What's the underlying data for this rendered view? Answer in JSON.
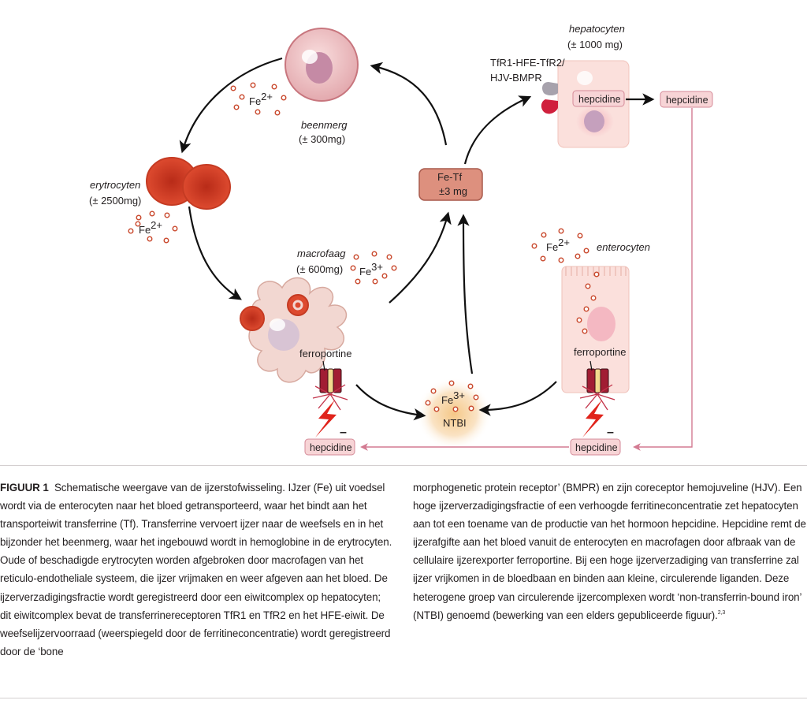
{
  "diagram": {
    "beenmerg": {
      "name": "beenmerg",
      "amount": "(± 300mg)"
    },
    "erytrocyten": {
      "name": "erytrocyten",
      "amount": "(± 2500mg)"
    },
    "macrofaag": {
      "name": "macrofaag",
      "amount": "(± 600mg)"
    },
    "hepatocyten": {
      "name": "hepatocyten",
      "amount": "(± 1000 mg)"
    },
    "enterocyten": {
      "name": "enterocyten"
    },
    "receptor_line1": "TfR1-HFE-TfR2/",
    "receptor_line2": "HJV-BMPR",
    "fetf_line1": "Fe-Tf",
    "fetf_line2": "±3 mg",
    "fe2_base": "Fe",
    "fe2_sup": "2+",
    "fe3_base": "Fe",
    "fe3_sup": "3+",
    "ferroportine": "ferroportine",
    "hepcidine": "hepcidine",
    "ntbi": "NTBI",
    "minus": "–"
  },
  "caption": {
    "label": "FIGUUR 1",
    "left_text": "Schematische weergave van de ijzerstofwisseling. IJzer (Fe) uit voedsel wordt via de enterocyten naar het bloed getransporteerd, waar het bindt aan het transporteiwit transferrine (Tf). Transferrine vervoert ijzer naar de weefsels en in het bijzonder het beenmerg, waar het ingebouwd wordt in hemoglobine in de erytrocyten. Oude of beschadigde erytrocyten worden afgebroken door macrofagen van het reticulo-endotheliale systeem, die ijzer vrijmaken en weer afgeven aan het bloed. De ijzerverzadigingsfractie wordt geregistreerd door een eiwitcomplex op hepatocyten; dit eiwitcomplex bevat de transferrinereceptoren TfR1 en TfR2 en het HFE-eiwit. De weefselijzervoorraad (weerspiegeld door de ferritineconcentratie) wordt geregistreerd door de ‘bone",
    "right_text": "morphogenetic protein receptor’ (BMPR) en zijn coreceptor hemojuveline (HJV). Een hoge ijzerverzadigingsfractie of een verhoogde ferritineconcentratie zet hepatocyten aan tot een toename van de productie van het hormoon hepcidine. Hepcidine remt de ijzerafgifte aan het bloed vanuit de enterocyten en macrofagen door afbraak van de cellulaire ijzerexporter ferroportine. Bij een hoge ijzerverzadiging van transferrine zal ijzer vrijkomen in de bloedbaan en binden aan kleine, circulerende liganden. Deze heterogene groep van circulerende ijzercomplexen wordt ‘non-transferrin-bound iron’ (NTBI) genoemd (bewerking van een elders gepubliceerde figuur).",
    "reference": "2,3"
  }
}
